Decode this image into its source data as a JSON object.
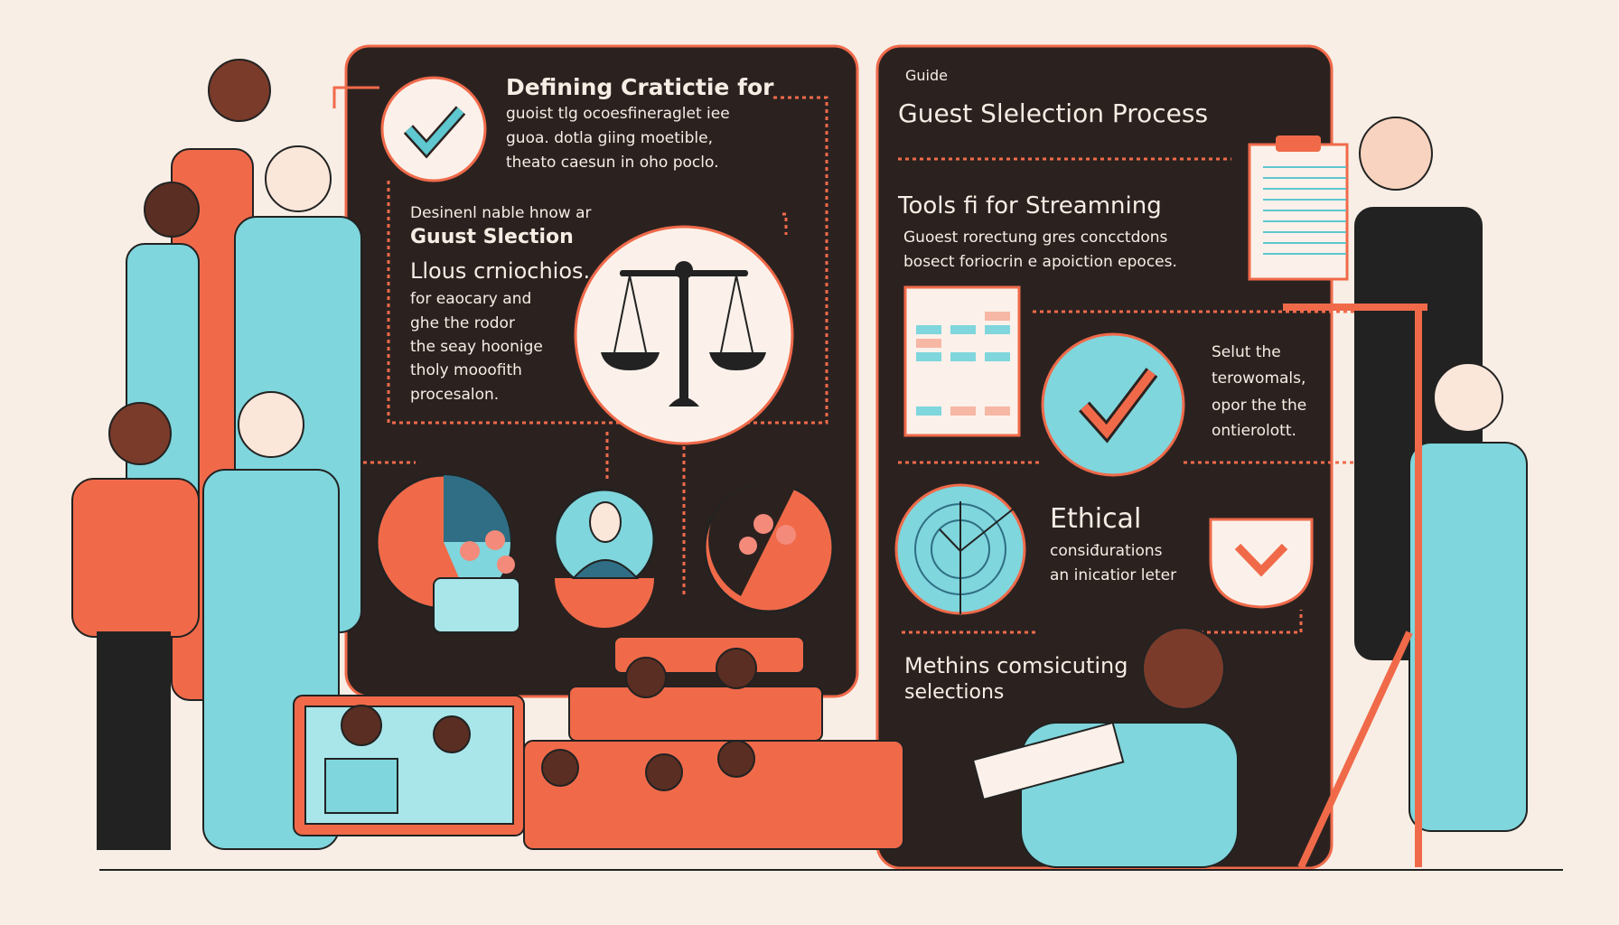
{
  "left_panel": {
    "heading": "Defining Cratictie for",
    "heading_lines": [
      "guoist tlg ocoesfineraglet iee",
      "guoa. dotla giing moetible,",
      "theato caesun in oho poclo."
    ],
    "subhead_small": "Desinenl nable hnow ar",
    "subhead": "Guust Slection",
    "subhead_large": "Llous crniochios.",
    "body_lines": [
      "for eaocary and",
      "ghe the rodor",
      "the seay hoonige",
      "tholy mooofith",
      "procesalon."
    ]
  },
  "right_panel": {
    "kicker": "Guide",
    "title": "Guest Slelection Process",
    "tools_heading": "Tools fi for Streamning",
    "tools_lines": [
      "Guoest rorectung gres concctdons",
      "bosect foriocrin e apoiction epoces."
    ],
    "select_lines": [
      "Selut the",
      "terowomals,",
      "opor the the",
      "ontierolott."
    ],
    "ethical_heading": "Ethical",
    "ethical_lines": [
      "consiđurations",
      "an inicatior leter"
    ],
    "methods_lines": [
      "Methins comsicuting",
      "selections"
    ]
  },
  "colors": {
    "background": "#f8eee5",
    "panel": "#2b2220",
    "coral": "#f06a4a",
    "teal": "#7fd6dc",
    "cream": "#fbf1ea"
  }
}
